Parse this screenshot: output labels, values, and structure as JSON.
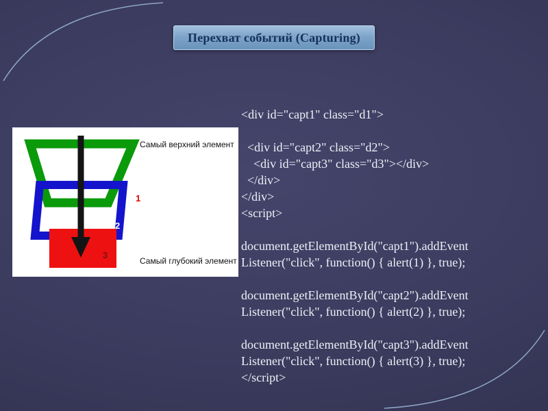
{
  "slide": {
    "title": "Перехват событий (Capturing)"
  },
  "diagram": {
    "top_label": "Самый верхний элемент",
    "bottom_label": "Самый глубокий элемент",
    "num1": "1",
    "num2": "2",
    "num3": "3",
    "colors": {
      "outer_frame": "#0a9a0a",
      "middle_frame": "#1414cc",
      "inner_box": "#ee1111",
      "arrow": "#141414",
      "panel_bg": "#ffffff",
      "num1_color": "#e00000",
      "num2_color": "#ffffff",
      "num3_color": "#7c1010"
    }
  },
  "code": {
    "lines": [
      "<div id=\"capt1\" class=\"d1\">",
      " ",
      "  <div id=\"capt2\" class=\"d2\">",
      "    <div id=\"capt3\" class=\"d3\"></div>",
      "  </div>",
      "</div>",
      "<script>",
      " ",
      "document.getElementById(\"capt1\").addEvent",
      "Listener(\"click\", function() { alert(1) }, true);",
      " ",
      "document.getElementById(\"capt2\").addEvent",
      "Listener(\"click\", function() { alert(2) }, true);",
      " ",
      "document.getElementById(\"capt3\").addEvent",
      "Listener(\"click\", function() { alert(3) }, true);",
      "</script>"
    ]
  }
}
